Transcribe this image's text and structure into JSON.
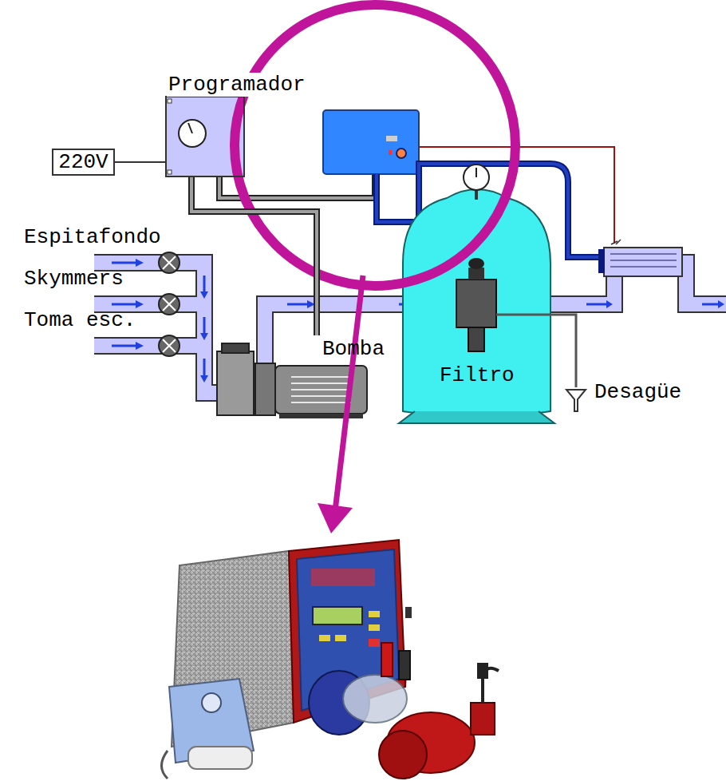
{
  "diagram": {
    "nodes": [
      {
        "text": [
          "Programador"
        ]
      },
      {
        "text": [
          "220V"
        ]
      },
      {
        "text": [
          "Bomba"
        ]
      },
      {
        "text": [
          "Filtro"
        ]
      }
    ],
    "edges": [
      {
        "from": 1,
        "to": 0,
        "arrow": "none"
      },
      {
        "from": 0,
        "to": 2,
        "arrow": "none"
      }
    ],
    "labels": [
      "Espitafondo",
      "Skymmers",
      "Toma esc.",
      "Desagüe"
    ]
  }
}
